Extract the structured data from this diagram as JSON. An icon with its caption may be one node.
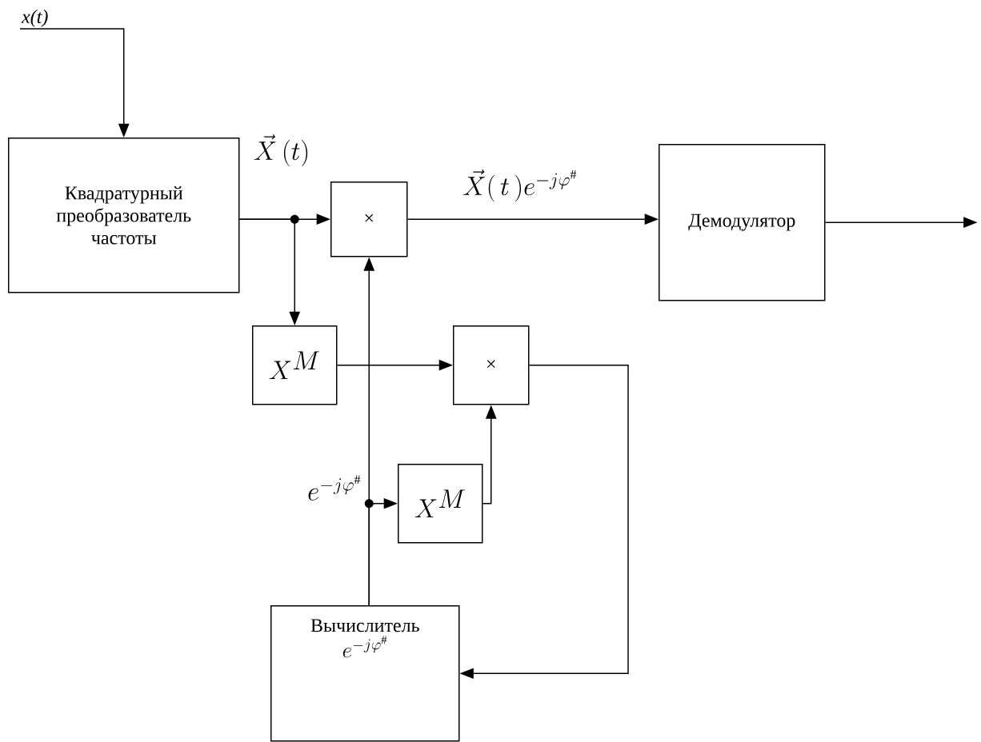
{
  "diagram": {
    "nodes": [
      {
        "text": [
          "Квадратурный преобразователь частоты"
        ]
      },
      {
        "text": [
          "×"
        ]
      },
      {
        "text": [
          "Демодулятор"
        ]
      },
      {
        "text": [
          "X^{M}"
        ]
      },
      {
        "text": [
          "×"
        ]
      },
      {
        "text": [
          "X^{M}"
        ]
      },
      {
        "text": [
          "Вычислитель",
          "e^{-j\\varphi^{\\#}}"
        ]
      },
      {
        "text": [
          "x(t)"
        ]
      }
    ],
    "edges": [
      {
        "from": 7,
        "to": 0,
        "arrow": "to"
      },
      {
        "from": 0,
        "to": 1,
        "arrow": "to",
        "label": "\\vec{X}\\,(t)"
      },
      {
        "from": 0,
        "to": 3,
        "arrow": "to"
      },
      {
        "from": 1,
        "to": 2,
        "arrow": "to",
        "label": "\\vec{X}(\\,t\\,)e^{-j\\varphi^{\\#}}"
      },
      {
        "from": 2,
        "to": null,
        "arrow": "to"
      },
      {
        "from": 3,
        "to": 4,
        "arrow": "to"
      },
      {
        "from": 5,
        "to": 4,
        "arrow": "to"
      },
      {
        "from": 4,
        "to": 6,
        "arrow": "to"
      },
      {
        "from": 6,
        "to": 1,
        "arrow": "to"
      },
      {
        "from": 6,
        "to": 5,
        "arrow": "to",
        "label": "e^{-j\\varphi^{\\#}}"
      }
    ]
  }
}
